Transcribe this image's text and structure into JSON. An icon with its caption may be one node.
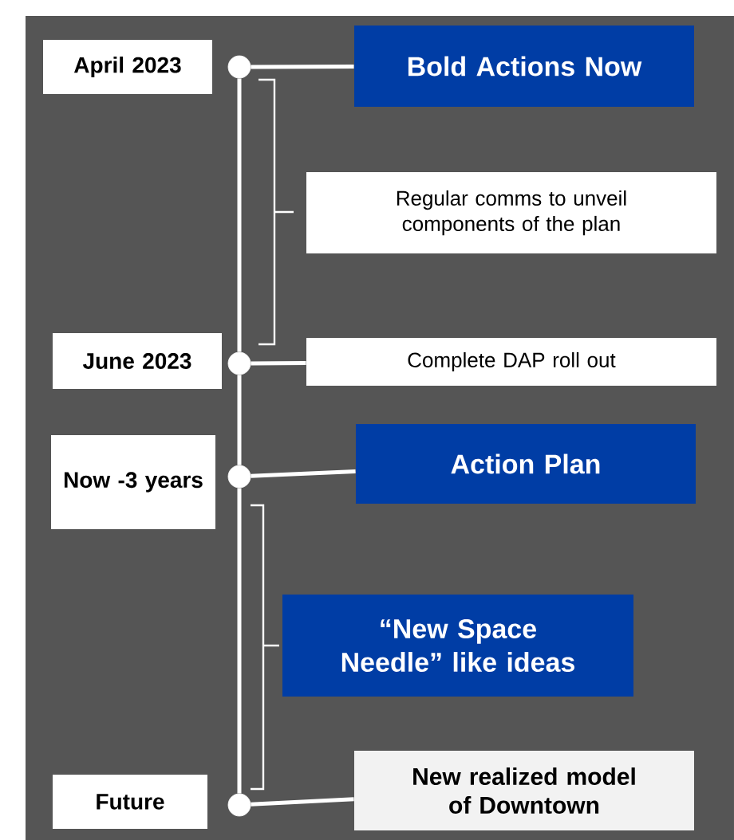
{
  "diagram": {
    "nodes": [
      {
        "text": [
          "April 2023"
        ]
      },
      {
        "text": [
          "Bold Actions Now"
        ]
      },
      {
        "text": [
          "Regular comms to unveil components of the plan"
        ]
      },
      {
        "text": [
          "June 2023"
        ]
      },
      {
        "text": [
          "Complete DAP roll out"
        ]
      },
      {
        "text": [
          "Now -3 years"
        ]
      },
      {
        "text": [
          "Action Plan"
        ]
      },
      {
        "text": [
          "“New Space Needle” like ideas"
        ]
      },
      {
        "text": [
          "Future"
        ]
      },
      {
        "text": [
          "New realized model of Downtown"
        ]
      },
      {
        "text": [],
        "shape": "circle"
      },
      {
        "text": [],
        "shape": "circle"
      },
      {
        "text": [],
        "shape": "circle"
      },
      {
        "text": [],
        "shape": "circle"
      }
    ],
    "edges": [
      {
        "from": 10,
        "to": 1,
        "arrow": "none"
      },
      {
        "from": 11,
        "to": 4,
        "arrow": "none"
      },
      {
        "from": 12,
        "to": 6,
        "arrow": "none"
      },
      {
        "from": 13,
        "to": 9,
        "arrow": "none"
      },
      {
        "from": 10,
        "to": 11,
        "arrow": "none"
      },
      {
        "from": 11,
        "to": 12,
        "arrow": "none"
      },
      {
        "from": 12,
        "to": 13,
        "arrow": "none"
      }
    ]
  }
}
